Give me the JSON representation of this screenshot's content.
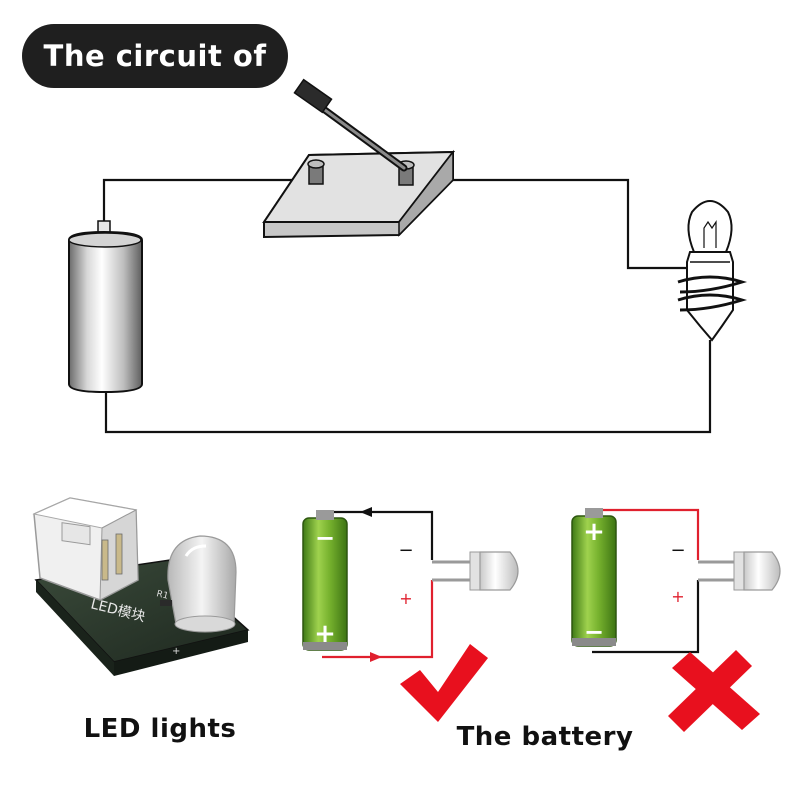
{
  "title": "The circuit of",
  "captions": {
    "led_lights": "LED lights",
    "battery": "The battery"
  },
  "led_module": {
    "board_text": "LED模块",
    "resistor_label": "R1",
    "plus_mark": "+"
  },
  "battery_diagrams": {
    "correct": {
      "top_terminal": "−",
      "bottom_terminal": "+",
      "led_minus": "−",
      "led_plus": "+",
      "result": "check"
    },
    "wrong": {
      "top_terminal": "+",
      "bottom_terminal": "−",
      "led_minus": "−",
      "led_plus": "+",
      "result": "cross"
    }
  },
  "colors": {
    "title_bg": "#1f1f1f",
    "wire_black": "#111111",
    "wire_red": "#e0202e",
    "battery_green": "#6aa52a",
    "check_red": "#e8101e",
    "cross_red": "#e8101e",
    "pcb": "#2b3a2c"
  },
  "icons": [
    "battery-icon",
    "switch-icon",
    "bulb-icon",
    "led-icon",
    "check-icon",
    "cross-icon"
  ]
}
